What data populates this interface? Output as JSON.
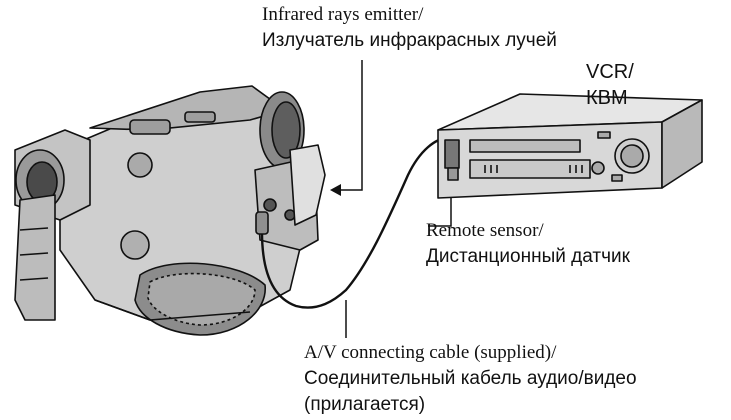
{
  "labels": {
    "emitter": {
      "en": "Infrared rays emitter/",
      "ru": "Излучатель инфракрасных лучей"
    },
    "vcr": {
      "en": "VCR/",
      "ru": "КВМ"
    },
    "sensor": {
      "en": "Remote sensor/",
      "ru": "Дистанционный датчик"
    },
    "cable": {
      "en": "A/V connecting cable (supplied)/",
      "ru": "Соединительный кабель аудио/видео",
      "ru2": "(прилагается)"
    }
  },
  "colors": {
    "line": "#111111",
    "body_light": "#d9d9d9",
    "body_mid": "#b3b3b3",
    "body_dark": "#6e6e6e"
  }
}
